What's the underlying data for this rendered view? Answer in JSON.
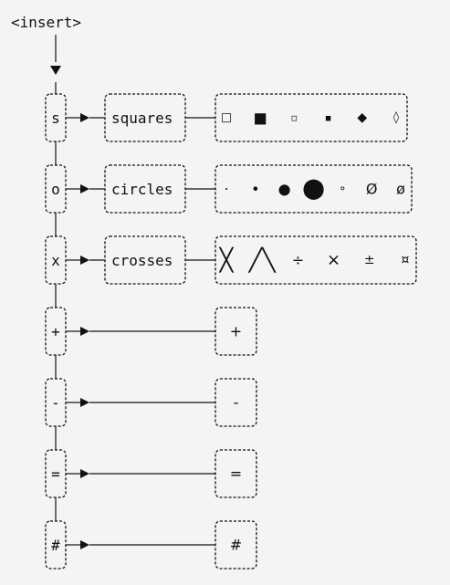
{
  "title": "<insert>",
  "rows": [
    {
      "key": "s",
      "label": "squares",
      "symbols": [
        "□",
        "■",
        "▫",
        "▪",
        "◆",
        "◊"
      ]
    },
    {
      "key": "o",
      "label": "circles",
      "symbols": [
        "·",
        "•",
        "●",
        "⬤",
        "∘",
        "Ø",
        "ø"
      ]
    },
    {
      "key": "x",
      "label": "crosses",
      "symbols": [
        "╳",
        "╱╲",
        "÷",
        "×",
        "±",
        "¤"
      ]
    },
    {
      "key": "+",
      "label": "",
      "symbols": [
        "+"
      ]
    },
    {
      "key": "-",
      "label": "",
      "symbols": [
        "-"
      ]
    },
    {
      "key": "=",
      "label": "",
      "symbols": [
        "="
      ]
    },
    {
      "key": "#",
      "label": "",
      "symbols": [
        "#"
      ]
    }
  ]
}
